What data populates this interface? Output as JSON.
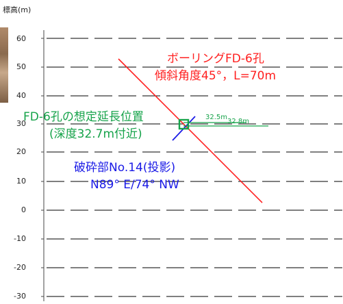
{
  "colors": {
    "grid": "#333333",
    "borehole": "#ff2020",
    "fault": "#1a1ae6",
    "projected": "#16a34a",
    "axis": "#444444"
  },
  "y_axis": {
    "title": "標高(m)",
    "ticks": [
      "60",
      "50",
      "40",
      "30",
      "20",
      "10",
      "0",
      "-10",
      "-20",
      "-30"
    ]
  },
  "borehole": {
    "title": "ボーリングFD-6孔",
    "detail": "傾斜角度45°，L=70m"
  },
  "projected": {
    "title": "FD-6孔の想定延長位置",
    "detail": "(深度32.7m付近)",
    "depth_1": "32.5m",
    "depth_2": "32.8m"
  },
  "fault": {
    "title": "破砕部No.14(投影)",
    "detail": "N89° E/74° NW"
  }
}
